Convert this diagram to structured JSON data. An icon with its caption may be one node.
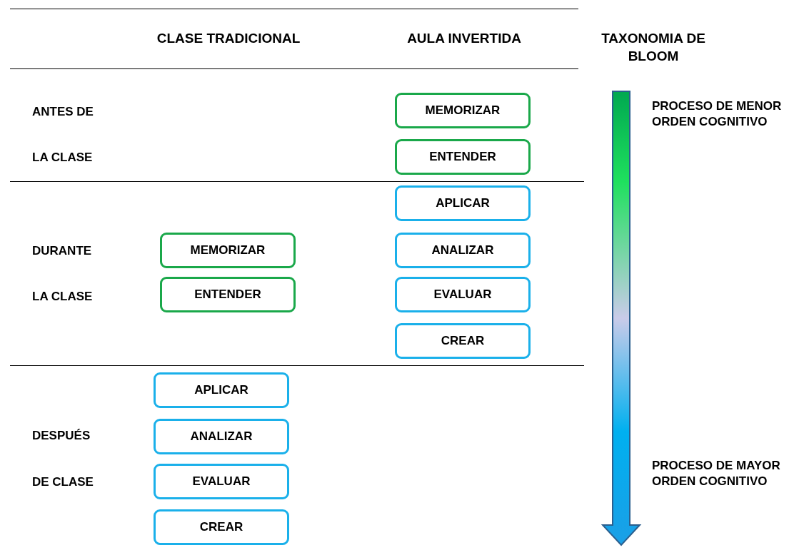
{
  "diagram": {
    "nodes": [
      {
        "text": [
          "MEMORIZAR"
        ]
      },
      {
        "text": [
          "ENTENDER"
        ]
      },
      {
        "text": [
          "APLICAR"
        ]
      },
      {
        "text": [
          "ANALIZAR"
        ]
      },
      {
        "text": [
          "EVALUAR"
        ]
      },
      {
        "text": [
          "CREAR"
        ]
      },
      {
        "text": [
          "MEMORIZAR"
        ]
      },
      {
        "text": [
          "ENTENDER"
        ]
      },
      {
        "text": [
          "APLICAR"
        ]
      },
      {
        "text": [
          "ANALIZAR"
        ]
      },
      {
        "text": [
          "EVALUAR"
        ]
      },
      {
        "text": [
          "CREAR"
        ]
      }
    ],
    "labels": [
      "CLASE TRADICIONAL",
      "AULA INVERTIDA",
      "TAXONOMIA DE BLOOM",
      "ANTES DE",
      "PROCESO DE MENOR ORDEN COGNITIVO",
      "LA CLASE",
      "DURANTE",
      "LA CLASE",
      "DESPUÉS",
      "PROCESO DE MAYOR ORDEN COGNITIVO",
      "DE CLASE"
    ]
  }
}
